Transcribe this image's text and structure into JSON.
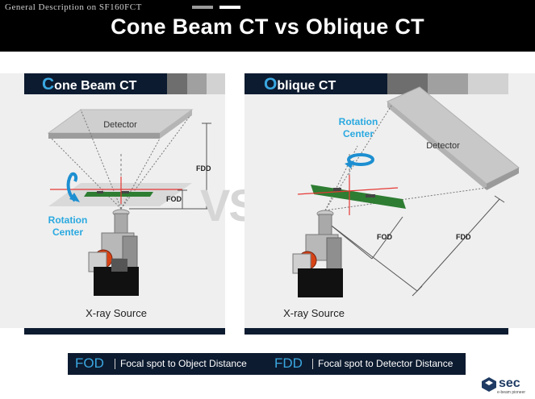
{
  "header": {
    "subtitle": "General Description on SF160FCT",
    "title": "Cone Beam CT vs Oblique CT"
  },
  "left_panel": {
    "title_initial": "C",
    "title_rest": "one Beam CT",
    "detector_label": "Detector",
    "fdd_label": "FDD",
    "fod_label": "FOD",
    "rotation_label_line1": "Rotation",
    "rotation_label_line2": "Center",
    "source_label": "X-ray Source"
  },
  "vs_label": "VS",
  "right_panel": {
    "title_initial": "O",
    "title_rest": "blique CT",
    "detector_label": "Detector",
    "fdd_label": "FDD",
    "fod_label": "FOD",
    "rotation_label_line1": "Rotation",
    "rotation_label_line2": "Center",
    "source_label": "X-ray Source"
  },
  "legend": {
    "fod_key": "FOD",
    "fod_desc": "Focal spot to Object Distance",
    "fdd_key": "FDD",
    "fdd_desc": "Focal spot to Detector Distance"
  },
  "logo": {
    "name": "sec",
    "tagline": "e-beam pioneer"
  },
  "colors": {
    "navy": "#0d1b30",
    "accent": "#3aa7e0",
    "swatch_dark": "#6e6e6e",
    "swatch_mid": "#a0a0a0",
    "swatch_light": "#d2d2d2"
  }
}
